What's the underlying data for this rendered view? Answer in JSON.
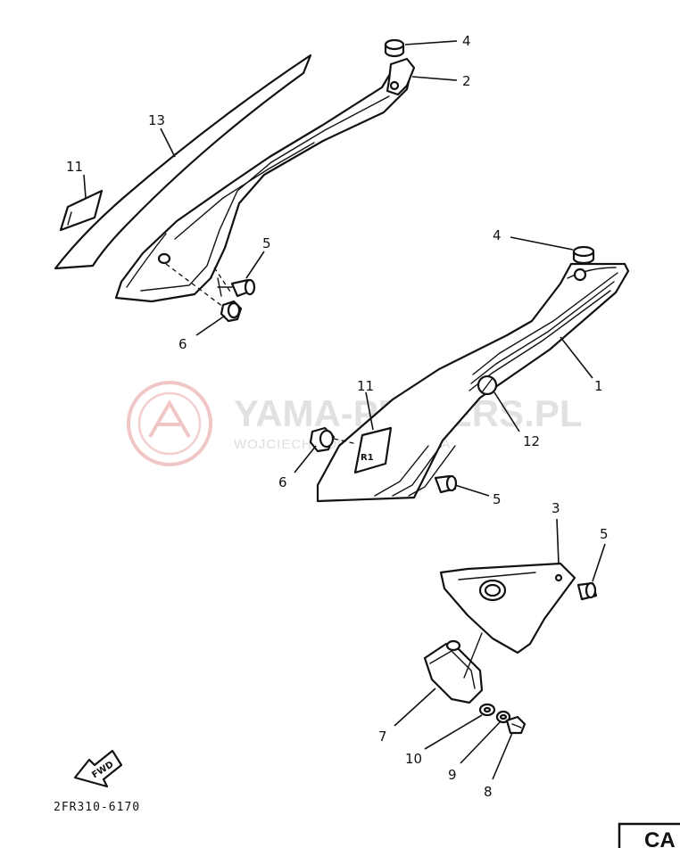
{
  "diagram": {
    "part_labels": {
      "p1": "1",
      "p2": "2",
      "p3": "3",
      "p4a": "4",
      "p4b": "4",
      "p5a": "5",
      "p5b": "5",
      "p5c": "5",
      "p6a": "6",
      "p6b": "6",
      "p7": "7",
      "p8": "8",
      "p9": "9",
      "p10": "10",
      "p11a": "11",
      "p11b": "11",
      "p12": "12",
      "p13": "13"
    },
    "emblem_text": "R1",
    "fwd_label": "FWD",
    "diagram_code": "2FR310-6170",
    "corner_tab_text": "CA",
    "watermark": {
      "title": "YAMA-PRIMERS.PL",
      "subtitle": "WOJCIECH · DEALER YAMAHA",
      "logo_color": "#e8a0a0"
    }
  }
}
